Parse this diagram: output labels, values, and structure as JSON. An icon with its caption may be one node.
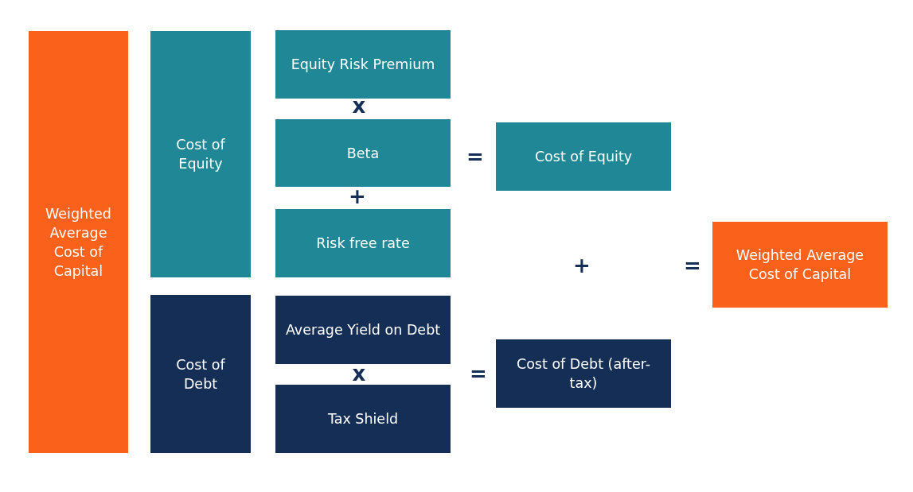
{
  "diagram": {
    "nodes": [
      {
        "text": [
          "Weighted Average Cost of Capital"
        ]
      },
      {
        "text": [
          "Cost of Equity"
        ]
      },
      {
        "text": [
          "Equity Risk Premium"
        ]
      },
      {
        "text": [
          "Beta"
        ]
      },
      {
        "text": [
          "Risk free rate"
        ]
      },
      {
        "text": [
          "Cost of Equity"
        ]
      },
      {
        "text": [
          "Cost of Debt"
        ]
      },
      {
        "text": [
          "Average Yield on Debt"
        ]
      },
      {
        "text": [
          "Tax Shield"
        ]
      },
      {
        "text": [
          "Cost of Debt (after-tax)"
        ]
      },
      {
        "text": [
          "Weighted Average Cost of Capital"
        ]
      }
    ],
    "labels": [
      "x",
      "=",
      "+",
      "+",
      "=",
      "x",
      "="
    ]
  }
}
